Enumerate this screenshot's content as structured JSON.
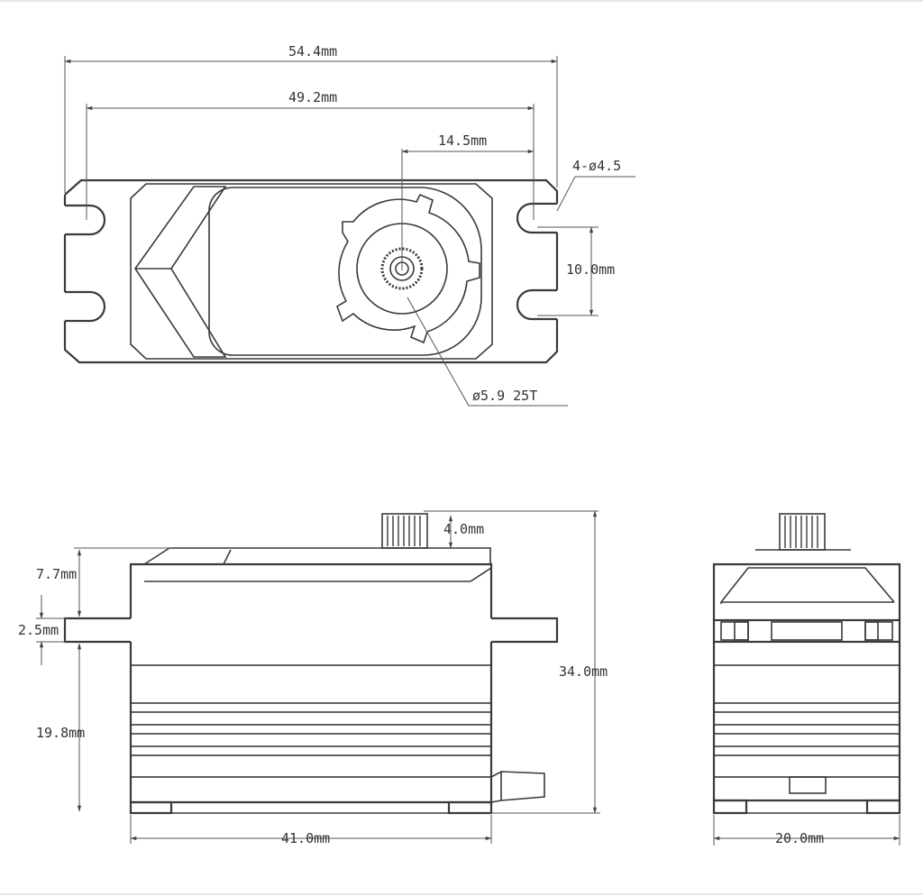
{
  "dimensions": {
    "overall_length": "54.4mm",
    "mount_hole_span": "49.2mm",
    "shaft_offset": "14.5mm",
    "mount_holes": "4-ø4.5",
    "hole_spacing": "10.0mm",
    "spline": "ø5.9 25T",
    "spline_height": "4.0mm",
    "tab_to_top": "7.7mm",
    "tab_thickness": "2.5mm",
    "bottom_to_tab": "19.8mm",
    "total_height": "34.0mm",
    "body_length": "41.0mm",
    "body_width": "20.0mm"
  },
  "views": [
    "top-view",
    "side-view",
    "end-view"
  ]
}
